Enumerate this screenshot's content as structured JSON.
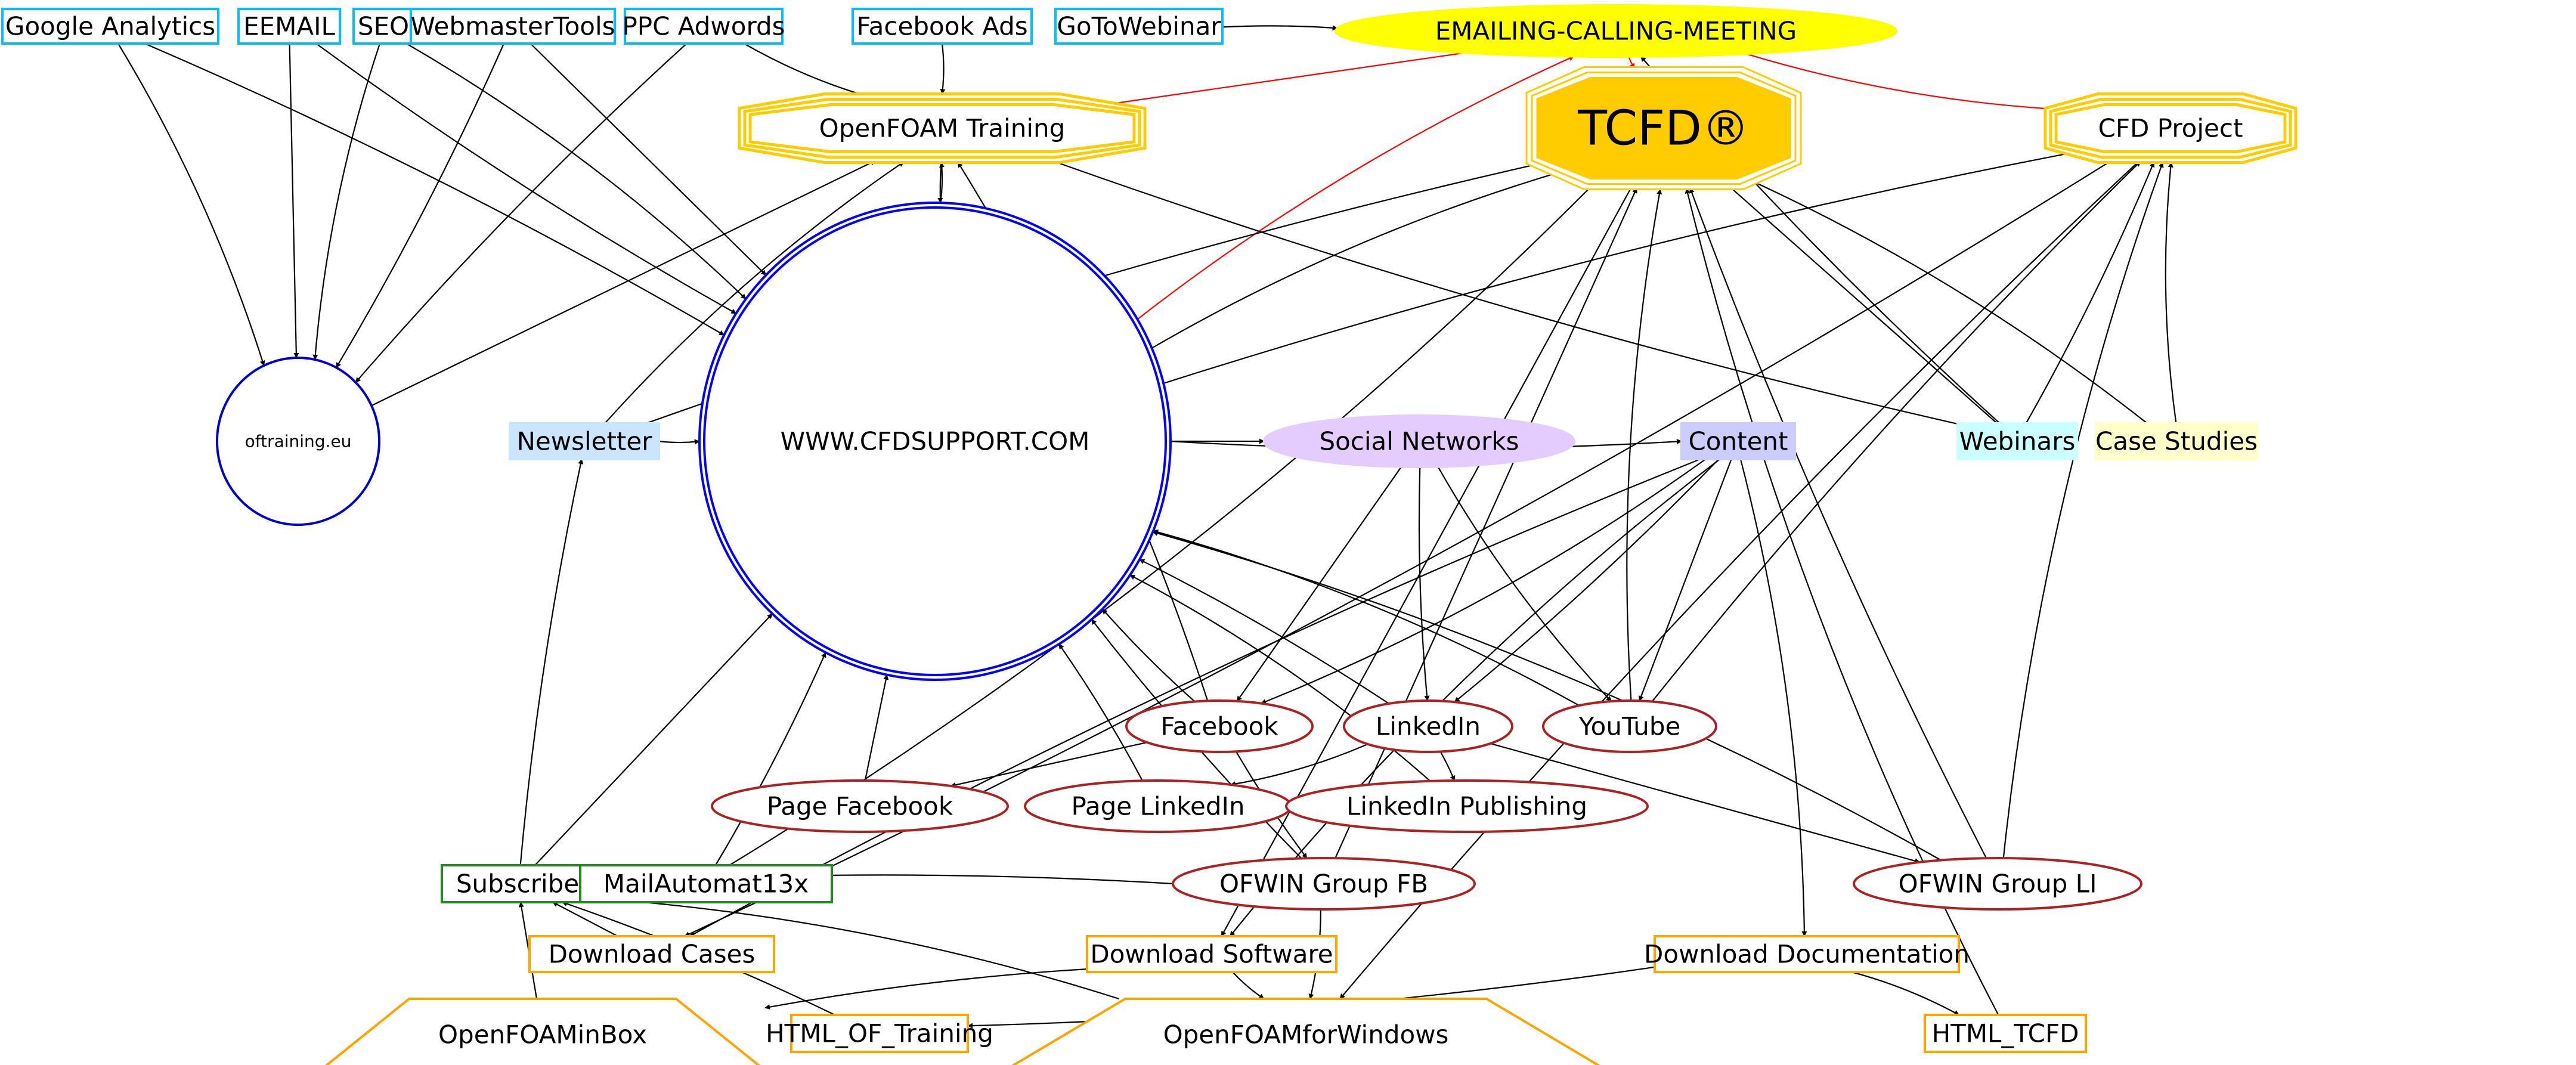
{
  "graph": {
    "type": "directed-graph",
    "nodes": [
      {
        "id": "google_analytics",
        "label": "Google Analytics",
        "shape": "box",
        "stroke": "#00bfff",
        "fill": "#ffffff"
      },
      {
        "id": "eemail",
        "label": "EEMAIL",
        "shape": "box",
        "stroke": "#00bfff",
        "fill": "#ffffff"
      },
      {
        "id": "seo",
        "label": "SEO",
        "shape": "box",
        "stroke": "#00bfff",
        "fill": "#ffffff"
      },
      {
        "id": "webmastertools",
        "label": "WebmasterTools",
        "shape": "box",
        "stroke": "#00bfff",
        "fill": "#ffffff"
      },
      {
        "id": "ppc_adwords",
        "label": "PPC Adwords",
        "shape": "box",
        "stroke": "#00bfff",
        "fill": "#ffffff"
      },
      {
        "id": "facebook_ads",
        "label": "Facebook Ads",
        "shape": "box",
        "stroke": "#00bfff",
        "fill": "#ffffff"
      },
      {
        "id": "gotowebinar",
        "label": "GoToWebinar",
        "shape": "box",
        "stroke": "#00bfff",
        "fill": "#ffffff"
      },
      {
        "id": "emailing",
        "label": "EMAILING-CALLING-MEETING",
        "shape": "ellipse",
        "stroke": "#ffff00",
        "fill": "#ffff00"
      },
      {
        "id": "openfoam_training",
        "label": "OpenFOAM Training",
        "shape": "tripleoctagon",
        "stroke": "#ffcc00",
        "fill": "#ffffff"
      },
      {
        "id": "tcfd",
        "label": "TCFD®",
        "shape": "tripleoctagon",
        "stroke": "#ffcc00",
        "fill": "#ffcc00"
      },
      {
        "id": "cfd_project",
        "label": "CFD Project",
        "shape": "tripleoctagon",
        "stroke": "#ffcc00",
        "fill": "#ffffff"
      },
      {
        "id": "oftraining",
        "label": "oftraining.eu",
        "shape": "circle",
        "stroke": "#0000cc",
        "fill": "#ffffff"
      },
      {
        "id": "newsletter",
        "label": "Newsletter",
        "shape": "box",
        "stroke": "#cce5ff",
        "fill": "#cce5ff"
      },
      {
        "id": "cfdsupport",
        "label": "WWW.CFDSUPPORT.COM",
        "shape": "doublecircle",
        "stroke": "#0000ff",
        "fill": "#ffffff"
      },
      {
        "id": "social_networks",
        "label": "Social Networks",
        "shape": "ellipse",
        "stroke": "#e5ccff",
        "fill": "#e5ccff"
      },
      {
        "id": "content",
        "label": "Content",
        "shape": "box",
        "stroke": "#ccccff",
        "fill": "#ccccff"
      },
      {
        "id": "webinars",
        "label": "Webinars",
        "shape": "box",
        "stroke": "#ccffff",
        "fill": "#ccffff"
      },
      {
        "id": "case_studies",
        "label": "Case Studies",
        "shape": "box",
        "stroke": "#ffffcc",
        "fill": "#ffffcc"
      },
      {
        "id": "facebook",
        "label": "Facebook",
        "shape": "ellipse",
        "stroke": "#aa2222",
        "fill": "#ffffff"
      },
      {
        "id": "linkedin",
        "label": "LinkedIn",
        "shape": "ellipse",
        "stroke": "#aa2222",
        "fill": "#ffffff"
      },
      {
        "id": "youtube",
        "label": "YouTube",
        "shape": "ellipse",
        "stroke": "#aa2222",
        "fill": "#ffffff"
      },
      {
        "id": "page_facebook",
        "label": "Page Facebook",
        "shape": "ellipse",
        "stroke": "#aa2222",
        "fill": "#ffffff"
      },
      {
        "id": "page_linkedin",
        "label": "Page LinkedIn",
        "shape": "ellipse",
        "stroke": "#aa2222",
        "fill": "#ffffff"
      },
      {
        "id": "linkedin_publishing",
        "label": "LinkedIn Publishing",
        "shape": "ellipse",
        "stroke": "#aa2222",
        "fill": "#ffffff"
      },
      {
        "id": "subscribe",
        "label": "Subscribe",
        "shape": "box",
        "stroke": "#228b22",
        "fill": "#ffffff"
      },
      {
        "id": "mailautomat",
        "label": "MailAutomat13x",
        "shape": "box",
        "stroke": "#228b22",
        "fill": "#ffffff"
      },
      {
        "id": "ofwin_fb",
        "label": "OFWIN Group FB",
        "shape": "ellipse",
        "stroke": "#aa2222",
        "fill": "#ffffff"
      },
      {
        "id": "ofwin_li",
        "label": "OFWIN Group LI",
        "shape": "ellipse",
        "stroke": "#aa2222",
        "fill": "#ffffff"
      },
      {
        "id": "download_cases",
        "label": "Download Cases",
        "shape": "box",
        "stroke": "#ffa500",
        "fill": "#ffffff"
      },
      {
        "id": "download_software",
        "label": "Download Software",
        "shape": "box",
        "stroke": "#ffa500",
        "fill": "#ffffff"
      },
      {
        "id": "download_documentation",
        "label": "Download Documentation",
        "shape": "box",
        "stroke": "#ffa500",
        "fill": "#ffffff"
      },
      {
        "id": "openfoaminbox",
        "label": "OpenFOAMinBox",
        "shape": "trapezium",
        "stroke": "#ffa500",
        "fill": "#ffffff"
      },
      {
        "id": "html_of_training",
        "label": "HTML_OF_Training",
        "shape": "box",
        "stroke": "#ffa500",
        "fill": "#ffffff"
      },
      {
        "id": "openfoamforwindows",
        "label": "OpenFOAMforWindows",
        "shape": "trapezium",
        "stroke": "#ffa500",
        "fill": "#ffffff"
      },
      {
        "id": "html_tcfd",
        "label": "HTML_TCFD",
        "shape": "box",
        "stroke": "#ffa500",
        "fill": "#ffffff"
      }
    ],
    "edges": [
      {
        "from": "google_analytics",
        "to": "oftraining"
      },
      {
        "from": "google_analytics",
        "to": "cfdsupport"
      },
      {
        "from": "eemail",
        "to": "oftraining"
      },
      {
        "from": "eemail",
        "to": "cfdsupport"
      },
      {
        "from": "seo",
        "to": "oftraining"
      },
      {
        "from": "seo",
        "to": "cfdsupport"
      },
      {
        "from": "webmastertools",
        "to": "oftraining"
      },
      {
        "from": "webmastertools",
        "to": "cfdsupport"
      },
      {
        "from": "ppc_adwords",
        "to": "oftraining"
      },
      {
        "from": "ppc_adwords",
        "to": "openfoam_training"
      },
      {
        "from": "facebook_ads",
        "to": "openfoam_training"
      },
      {
        "from": "gotowebinar",
        "to": "emailing"
      },
      {
        "from": "emailing",
        "to": "openfoam_training",
        "color": "red"
      },
      {
        "from": "emailing",
        "to": "tcfd",
        "color": "red"
      },
      {
        "from": "emailing",
        "to": "cfd_project",
        "color": "red"
      },
      {
        "from": "cfdsupport",
        "to": "emailing",
        "color": "red"
      },
      {
        "from": "webinars",
        "to": "emailing"
      },
      {
        "from": "oftraining",
        "to": "openfoam_training"
      },
      {
        "from": "openfoam_training",
        "to": "cfdsupport"
      },
      {
        "from": "cfdsupport",
        "to": "openfoam_training"
      },
      {
        "from": "cfdsupport",
        "to": "tcfd"
      },
      {
        "from": "cfdsupport",
        "to": "cfd_project"
      },
      {
        "from": "cfdsupport",
        "to": "social_networks"
      },
      {
        "from": "cfdsupport",
        "to": "content"
      },
      {
        "from": "newsletter",
        "to": "cfdsupport"
      },
      {
        "from": "newsletter",
        "to": "openfoam_training"
      },
      {
        "from": "newsletter",
        "to": "tcfd"
      },
      {
        "from": "social_networks",
        "to": "facebook"
      },
      {
        "from": "social_networks",
        "to": "linkedin"
      },
      {
        "from": "social_networks",
        "to": "youtube"
      },
      {
        "from": "content",
        "to": "facebook"
      },
      {
        "from": "content",
        "to": "linkedin"
      },
      {
        "from": "content",
        "to": "youtube"
      },
      {
        "from": "content",
        "to": "download_cases"
      },
      {
        "from": "content",
        "to": "download_software"
      },
      {
        "from": "content",
        "to": "download_documentation"
      },
      {
        "from": "webinars",
        "to": "openfoam_training"
      },
      {
        "from": "webinars",
        "to": "tcfd"
      },
      {
        "from": "webinars",
        "to": "cfd_project"
      },
      {
        "from": "case_studies",
        "to": "tcfd"
      },
      {
        "from": "case_studies",
        "to": "cfd_project"
      },
      {
        "from": "facebook",
        "to": "cfdsupport"
      },
      {
        "from": "facebook",
        "to": "page_facebook"
      },
      {
        "from": "facebook",
        "to": "ofwin_fb"
      },
      {
        "from": "facebook",
        "to": "openfoam_training"
      },
      {
        "from": "linkedin",
        "to": "page_linkedin"
      },
      {
        "from": "linkedin",
        "to": "linkedin_publishing"
      },
      {
        "from": "linkedin",
        "to": "ofwin_li"
      },
      {
        "from": "linkedin",
        "to": "cfdsupport"
      },
      {
        "from": "youtube",
        "to": "cfdsupport"
      },
      {
        "from": "youtube",
        "to": "tcfd"
      },
      {
        "from": "youtube",
        "to": "cfd_project"
      },
      {
        "from": "page_facebook",
        "to": "cfdsupport"
      },
      {
        "from": "page_linkedin",
        "to": "cfdsupport"
      },
      {
        "from": "linkedin_publishing",
        "to": "cfdsupport"
      },
      {
        "from": "subscribe",
        "to": "mailautomat"
      },
      {
        "from": "subscribe",
        "to": "newsletter"
      },
      {
        "from": "subscribe",
        "to": "cfdsupport"
      },
      {
        "from": "mailautomat",
        "to": "cfdsupport"
      },
      {
        "from": "mailautomat",
        "to": "tcfd"
      },
      {
        "from": "ofwin_fb",
        "to": "openfoamforwindows"
      },
      {
        "from": "ofwin_fb",
        "to": "cfdsupport"
      },
      {
        "from": "ofwin_fb",
        "to": "tcfd"
      },
      {
        "from": "ofwin_fb",
        "to": "subscribe"
      },
      {
        "from": "ofwin_li",
        "to": "cfdsupport"
      },
      {
        "from": "ofwin_li",
        "to": "cfd_project"
      },
      {
        "from": "ofwin_li",
        "to": "tcfd"
      },
      {
        "from": "download_cases",
        "to": "subscribe"
      },
      {
        "from": "download_software",
        "to": "openfoaminbox"
      },
      {
        "from": "download_software",
        "to": "openfoamforwindows"
      },
      {
        "from": "download_documentation",
        "to": "html_tcfd"
      },
      {
        "from": "download_documentation",
        "to": "html_of_training"
      },
      {
        "from": "openfoaminbox",
        "to": "subscribe"
      },
      {
        "from": "html_of_training",
        "to": "subscribe"
      },
      {
        "from": "openfoamforwindows",
        "to": "subscribe"
      },
      {
        "from": "html_tcfd",
        "to": "tcfd"
      },
      {
        "from": "cfd_project",
        "to": "download_cases"
      },
      {
        "from": "tcfd",
        "to": "download_software"
      },
      {
        "from": "cfd_project",
        "to": "openfoamforwindows"
      }
    ]
  }
}
